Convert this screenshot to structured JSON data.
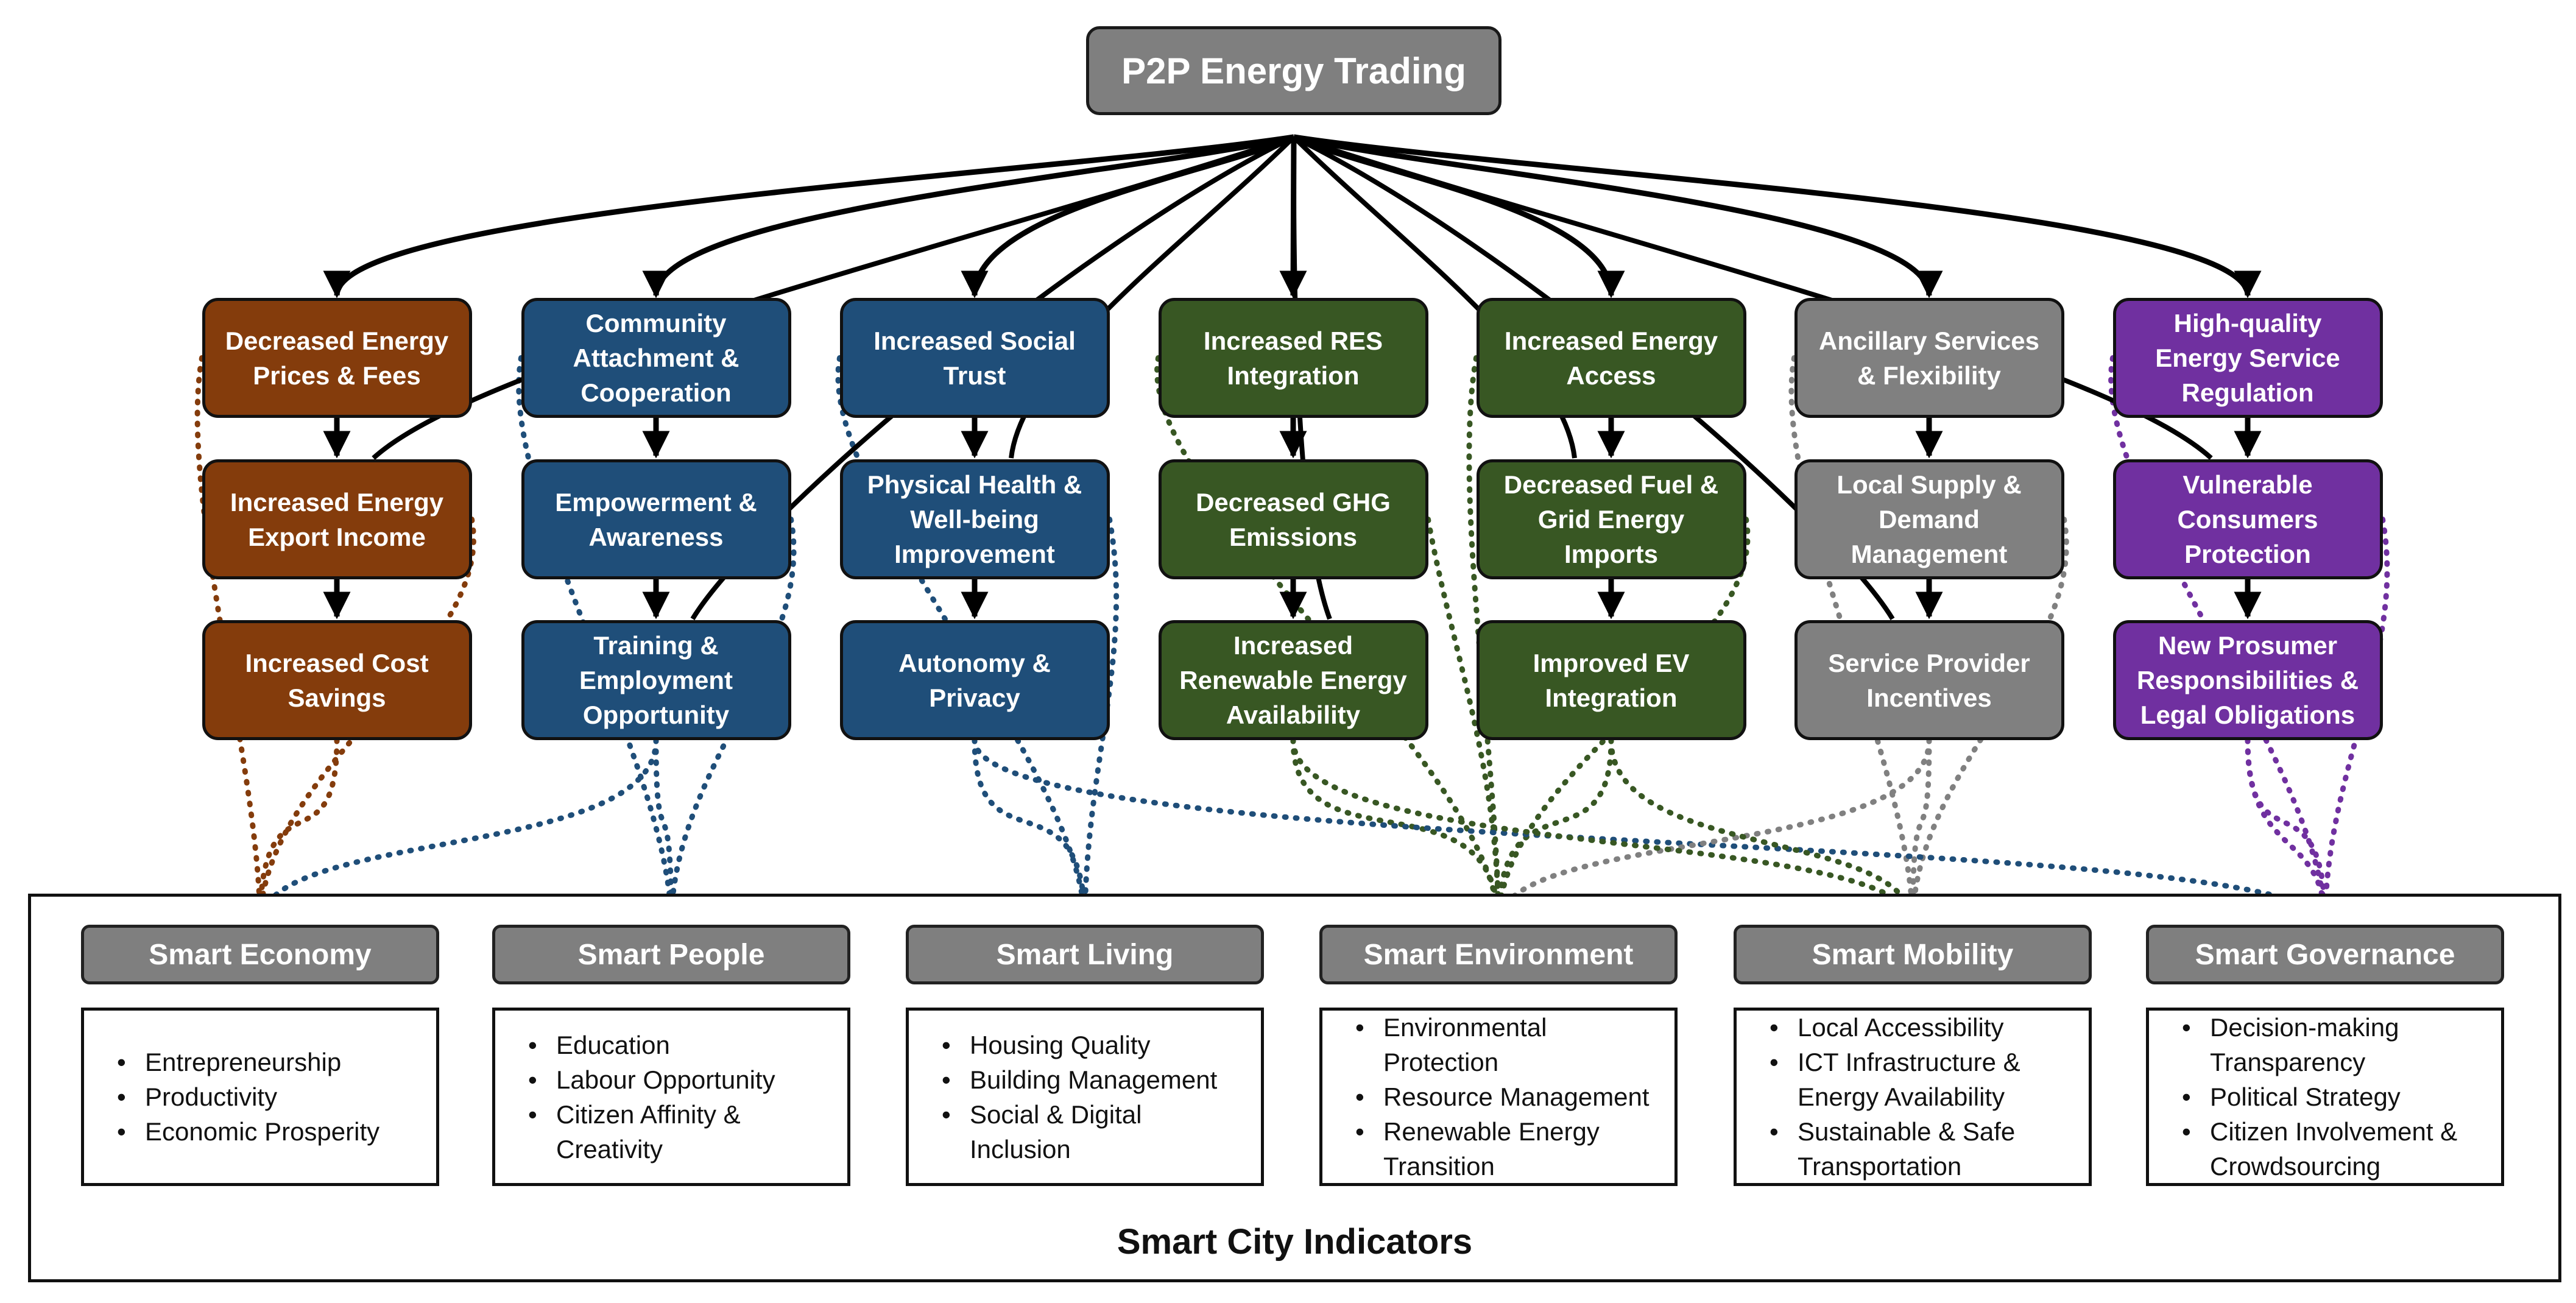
{
  "diagram": {
    "root": {
      "label": "P2P Energy Trading"
    },
    "colors": {
      "economy": "#843c0c",
      "people": "#1f4e79",
      "environment": "#385723",
      "mobility": "#808080",
      "governance": "#7030a0",
      "root": "#7f7f7f"
    },
    "columns": [
      {
        "color": "economy",
        "nodes": [
          {
            "label": "Decreased Energy\nPrices & Fees"
          },
          {
            "label": "Increased Energy\nExport Income"
          },
          {
            "label": "Increased Cost\nSavings"
          }
        ]
      },
      {
        "color": "people",
        "nodes": [
          {
            "label": "Community\nAttachment &\nCooperation"
          },
          {
            "label": "Empowerment &\nAwareness"
          },
          {
            "label": "Training &\nEmployment\nOpportunity"
          }
        ]
      },
      {
        "color": "people",
        "nodes": [
          {
            "label": "Increased Social\nTrust"
          },
          {
            "label": "Physical Health &\nWell-being\nImprovement"
          },
          {
            "label": "Autonomy &\nPrivacy"
          }
        ]
      },
      {
        "color": "environment",
        "nodes": [
          {
            "label": "Increased RES\nIntegration"
          },
          {
            "label": "Decreased GHG\nEmissions"
          },
          {
            "label": "Increased\nRenewable Energy\nAvailability"
          }
        ]
      },
      {
        "color": "environment",
        "nodes": [
          {
            "label": "Increased Energy\nAccess"
          },
          {
            "label": "Decreased Fuel &\nGrid Energy\nImports"
          },
          {
            "label": "Improved EV\nIntegration"
          }
        ]
      },
      {
        "color": "mobility",
        "nodes": [
          {
            "label": "Ancillary Services\n& Flexibility"
          },
          {
            "label": "Local Supply &\nDemand\nManagement"
          },
          {
            "label": "Service Provider\nIncentives"
          }
        ]
      },
      {
        "color": "governance",
        "nodes": [
          {
            "label": "High-quality\nEnergy Service\nRegulation"
          },
          {
            "label": "Vulnerable\nConsumers\nProtection"
          },
          {
            "label": "New Prosumer\nResponsibilities &\nLegal Obligations"
          }
        ]
      }
    ],
    "indicators": [
      {
        "title": "Smart Economy",
        "color": "economy",
        "items": [
          "Entrepreneurship",
          "Productivity",
          "Economic Prosperity"
        ]
      },
      {
        "title": "Smart People",
        "color": "people",
        "items": [
          "Education",
          "Labour Opportunity",
          "Citizen Affinity &\nCreativity"
        ]
      },
      {
        "title": "Smart Living",
        "color": "people",
        "items": [
          "Housing Quality",
          "Building Management",
          "Social & Digital\nInclusion"
        ]
      },
      {
        "title": "Smart Environment",
        "color": "environment",
        "items": [
          "Environmental\nProtection",
          "Resource Management",
          "Renewable Energy\nTransition"
        ]
      },
      {
        "title": "Smart Mobility",
        "color": "mobility",
        "items": [
          "Local Accessibility",
          "ICT Infrastructure &\nEnergy Availability",
          "Sustainable & Safe\nTransportation"
        ]
      },
      {
        "title": "Smart Governance",
        "color": "governance",
        "items": [
          "Decision-making\nTransparency",
          "Political Strategy",
          "Citizen Involvement &\nCrowdsourcing"
        ]
      }
    ],
    "caption": "Smart City Indicators"
  }
}
